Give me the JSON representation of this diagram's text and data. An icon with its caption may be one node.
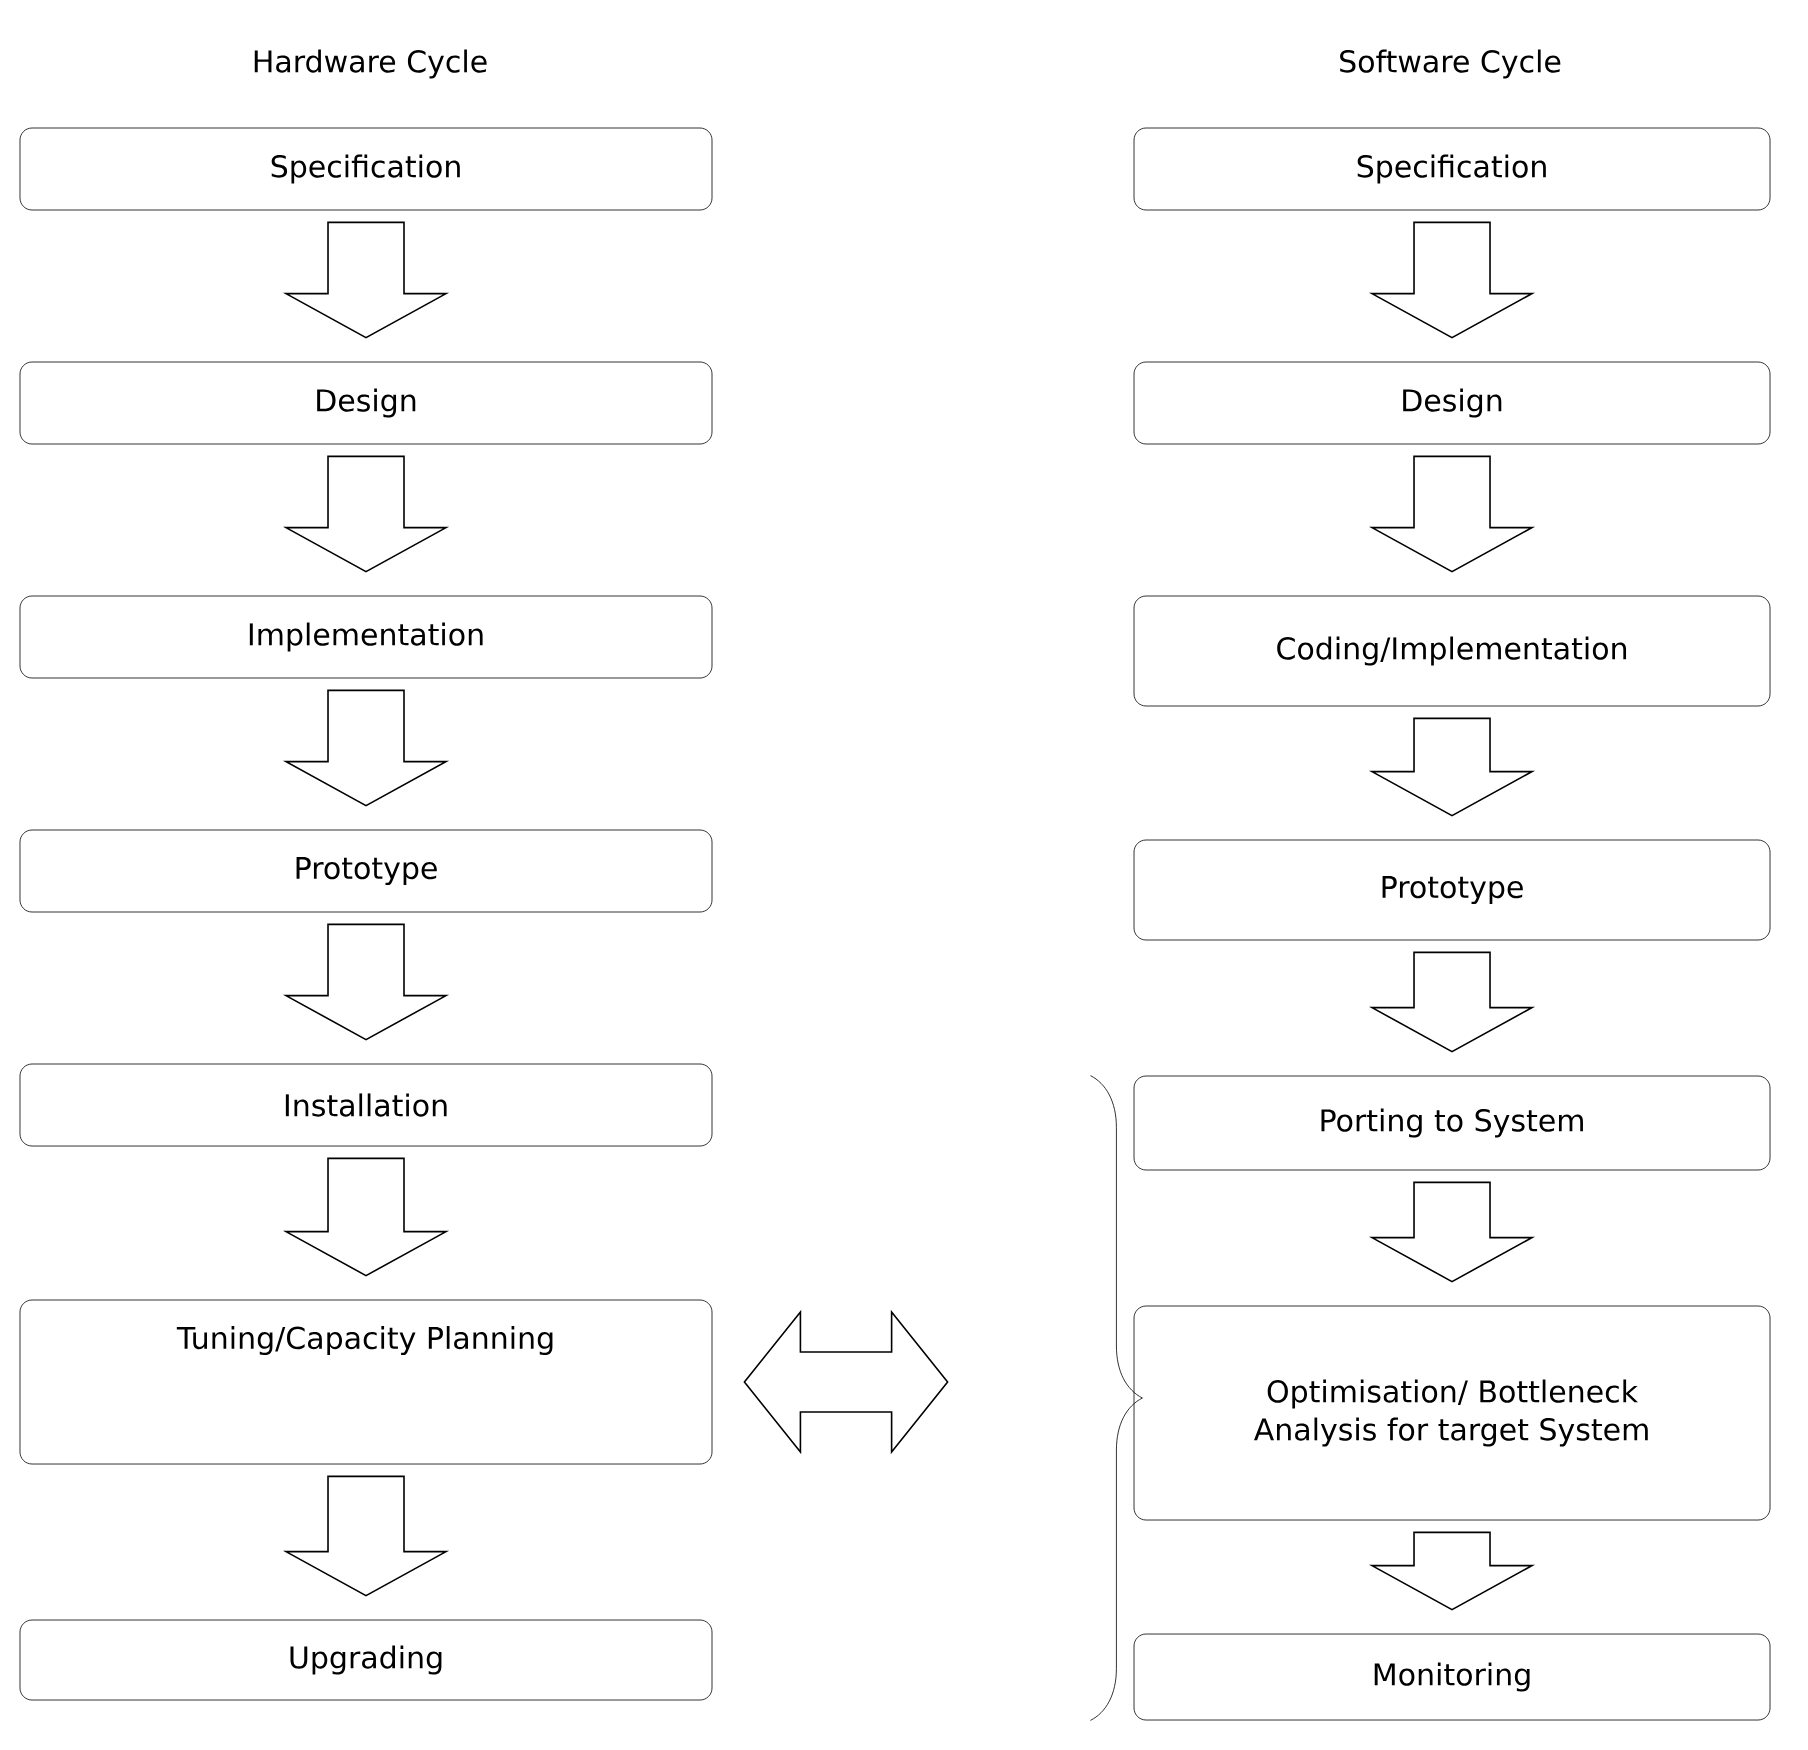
{
  "diagram": {
    "nodes": [
      {
        "text": [
          "Specification"
        ]
      },
      {
        "text": [
          "Design"
        ]
      },
      {
        "text": [
          "Implementation"
        ]
      },
      {
        "text": [
          "Prototype"
        ]
      },
      {
        "text": [
          "Installation"
        ]
      },
      {
        "text": [
          "Tuning/Capacity Planning"
        ]
      },
      {
        "text": [
          "Upgrading"
        ]
      },
      {
        "text": [
          "Specification"
        ]
      },
      {
        "text": [
          "Design"
        ]
      },
      {
        "text": [
          "Coding/Implementation"
        ]
      },
      {
        "text": [
          "Prototype"
        ]
      },
      {
        "text": [
          "Porting to System"
        ]
      },
      {
        "text": [
          "Optimisation/ Bottleneck Analysis for target System"
        ]
      },
      {
        "text": [
          "Monitoring"
        ]
      },
      {
        "text": [],
        "shape": "brace"
      }
    ],
    "edges": [
      {
        "from": 0,
        "to": 1,
        "arrow": "to"
      },
      {
        "from": 1,
        "to": 2,
        "arrow": "to"
      },
      {
        "from": 2,
        "to": 3,
        "arrow": "to"
      },
      {
        "from": 3,
        "to": 4,
        "arrow": "to"
      },
      {
        "from": 4,
        "to": 5,
        "arrow": "to"
      },
      {
        "from": 5,
        "to": 6,
        "arrow": "to"
      },
      {
        "from": 7,
        "to": 8,
        "arrow": "to"
      },
      {
        "from": 8,
        "to": 9,
        "arrow": "to"
      },
      {
        "from": 9,
        "to": 10,
        "arrow": "to"
      },
      {
        "from": 10,
        "to": 11,
        "arrow": "to"
      },
      {
        "from": 11,
        "to": 12,
        "arrow": "to"
      },
      {
        "from": 12,
        "to": 13,
        "arrow": "to"
      },
      {
        "from": 5,
        "to": 14,
        "arrow": "both"
      }
    ],
    "labels": [
      "Hardware Cycle",
      "Software Cycle"
    ]
  }
}
